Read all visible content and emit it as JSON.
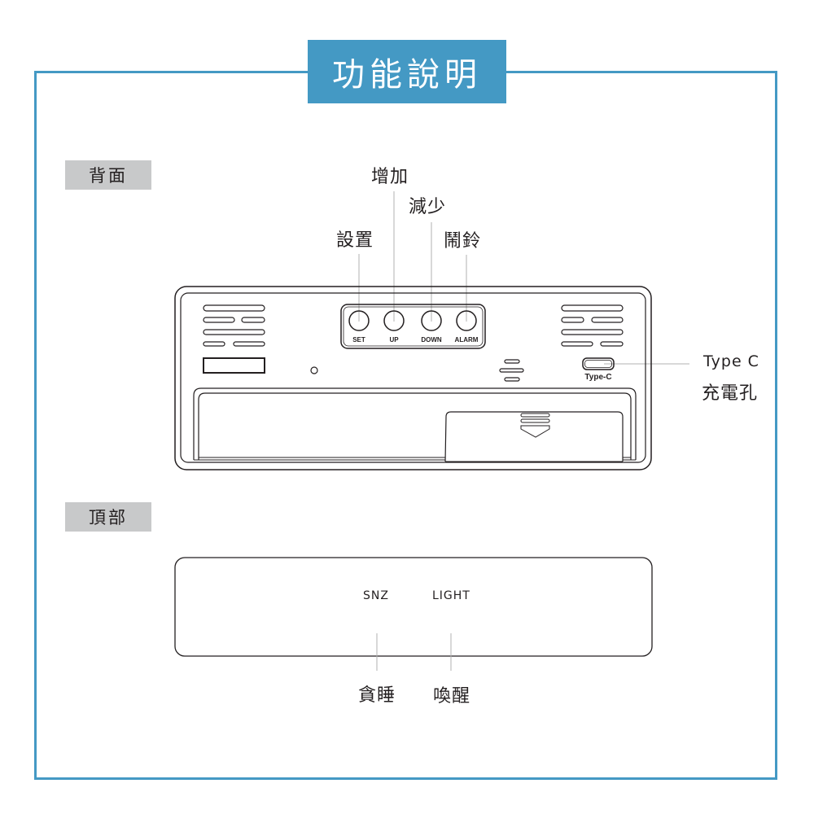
{
  "title": "功能說明",
  "colors": {
    "accent": "#4499c4",
    "label_bg": "#c8c9ca",
    "line": "#231f20",
    "leader": "#b0b0b0"
  },
  "sections": {
    "back": {
      "label": "背面",
      "callouts": {
        "set": "設置",
        "up": "增加",
        "down": "減少",
        "alarm": "鬧鈴",
        "typec_line1": "Type C",
        "typec_line2": "充電孔"
      },
      "device": {
        "buttons": [
          "SET",
          "UP",
          "DOWN",
          "ALARM"
        ],
        "port_label": "Type-C"
      }
    },
    "top": {
      "label": "頂部",
      "device": {
        "snz": "SNZ",
        "light": "LIGHT"
      },
      "callouts": {
        "snooze": "貪睡",
        "wake": "喚醒"
      }
    }
  }
}
